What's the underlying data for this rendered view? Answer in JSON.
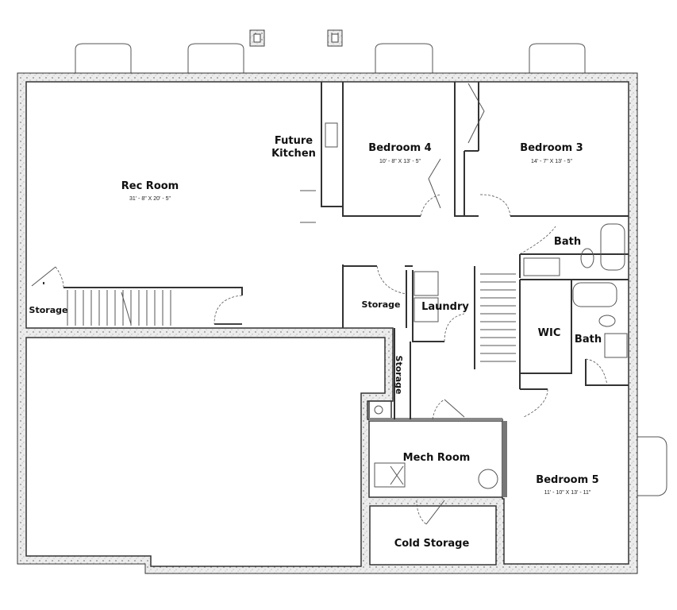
{
  "plan": {
    "colors": {
      "wall_fill": "#d9d9d9",
      "line": "#333333",
      "background": "#ffffff"
    },
    "rooms": [
      {
        "name": "Rec Room",
        "dimensions": "31' - 8\"  X  20' - 5\""
      },
      {
        "name": "Future",
        "name2": "Kitchen"
      },
      {
        "name": "Bedroom 4",
        "dimensions": "10' - 8\"  X  13' - 5\""
      },
      {
        "name": "Bedroom 3",
        "dimensions": "14' - 7\"  X  13' - 5\""
      },
      {
        "name": "Bath"
      },
      {
        "name": "Storage"
      },
      {
        "name": "Storage"
      },
      {
        "name": "Laundry"
      },
      {
        "name": "WIC"
      },
      {
        "name": "Bath"
      },
      {
        "name": "Storage"
      },
      {
        "name": "Mech Room"
      },
      {
        "name": "Bedroom 5",
        "dimensions": "11' - 10\"  X  13' - 11\""
      },
      {
        "name": "Cold Storage"
      }
    ]
  }
}
